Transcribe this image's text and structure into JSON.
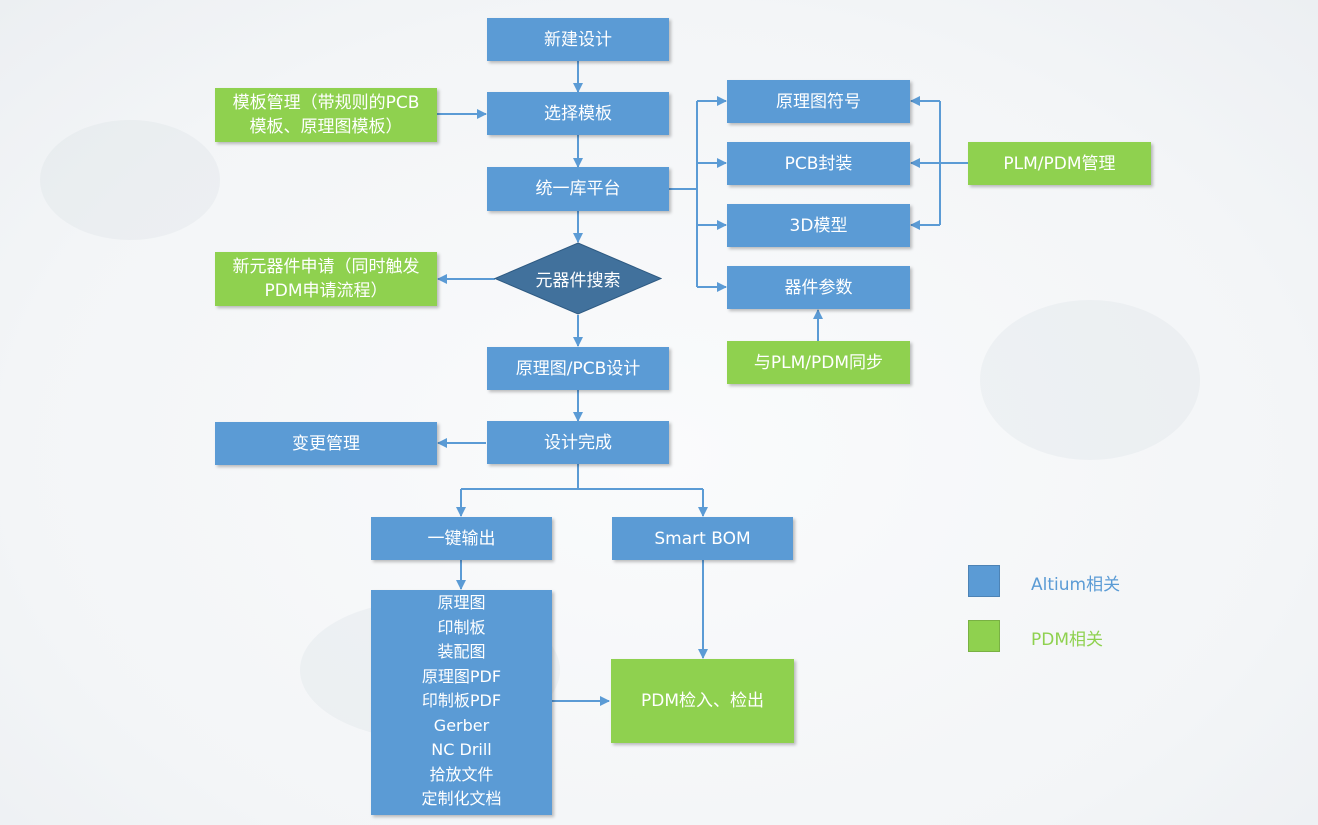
{
  "colors": {
    "altium": "#5b9bd5",
    "pdm": "#8fd14f",
    "arrow": "#5b9bd5"
  },
  "nodes": {
    "new_design": "新建设计",
    "template_mgmt": "模板管理（带规则的PCB\n模板、原理图模板）",
    "select_template": "选择模板",
    "unified_lib": "统一库平台",
    "schematic_symbol": "原理图符号",
    "pcb_footprint": "PCB封装",
    "model_3d": "3D模型",
    "component_params": "器件参数",
    "plm_pdm_mgmt": "PLM/PDM管理",
    "sync_plm_pdm": "与PLM/PDM同步",
    "new_component_request": "新元器件申请（同时触发\nPDM申请流程）",
    "component_search": "元器件搜索",
    "sch_pcb_design": "原理图/PCB设计",
    "change_mgmt": "变更管理",
    "design_complete": "设计完成",
    "one_click_output": "一键输出",
    "smart_bom": "Smart BOM",
    "output_items": [
      "原理图",
      "印制板",
      "装配图",
      "原理图PDF",
      "印制板PDF",
      "Gerber",
      "NC Drill",
      "拾放文件",
      "定制化文档"
    ],
    "pdm_checkin": "PDM检入、检出"
  },
  "legend": [
    {
      "label": "Altium相关",
      "color": "#5b9bd5"
    },
    {
      "label": "PDM相关",
      "color": "#8fd14f"
    }
  ]
}
